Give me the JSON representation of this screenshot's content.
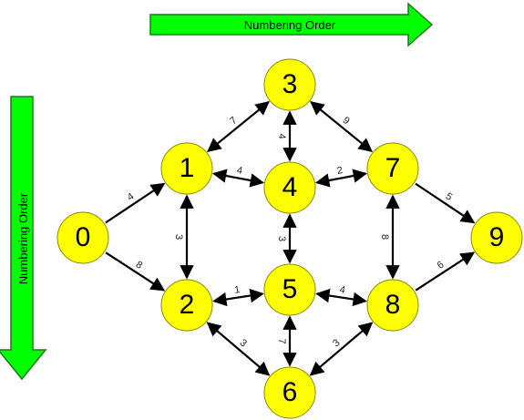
{
  "colors": {
    "arrow_fill": "#00ff00",
    "arrow_stroke": "#1a7a1a",
    "node_fill": "#ffff00",
    "node_stroke": "#8a8a00",
    "edge": "#000000"
  },
  "horizontal_arrow": {
    "label": "Numbering Order"
  },
  "vertical_arrow": {
    "label": "Numbering Order"
  },
  "nodes": [
    {
      "id": "0",
      "label": "0"
    },
    {
      "id": "1",
      "label": "1"
    },
    {
      "id": "2",
      "label": "2"
    },
    {
      "id": "3",
      "label": "3"
    },
    {
      "id": "4",
      "label": "4"
    },
    {
      "id": "5",
      "label": "5"
    },
    {
      "id": "6",
      "label": "6"
    },
    {
      "id": "7",
      "label": "7"
    },
    {
      "id": "8",
      "label": "8"
    },
    {
      "id": "9",
      "label": "9"
    }
  ],
  "edges": [
    {
      "from": "0",
      "to": "1",
      "weight": "4",
      "bidirectional": false
    },
    {
      "from": "0",
      "to": "2",
      "weight": "8",
      "bidirectional": false
    },
    {
      "from": "1",
      "to": "2",
      "weight": "3",
      "bidirectional": true
    },
    {
      "from": "1",
      "to": "3",
      "weight": "7",
      "bidirectional": true
    },
    {
      "from": "1",
      "to": "4",
      "weight": "4",
      "bidirectional": true
    },
    {
      "from": "2",
      "to": "5",
      "weight": "1",
      "bidirectional": true
    },
    {
      "from": "2",
      "to": "6",
      "weight": "3",
      "bidirectional": true
    },
    {
      "from": "3",
      "to": "4",
      "weight": "4",
      "bidirectional": true
    },
    {
      "from": "3",
      "to": "7",
      "weight": "9",
      "bidirectional": true
    },
    {
      "from": "4",
      "to": "7",
      "weight": "2",
      "bidirectional": true
    },
    {
      "from": "4",
      "to": "5",
      "weight": "3",
      "bidirectional": true
    },
    {
      "from": "5",
      "to": "8",
      "weight": "4",
      "bidirectional": true
    },
    {
      "from": "5",
      "to": "6",
      "weight": "7",
      "bidirectional": true
    },
    {
      "from": "6",
      "to": "8",
      "weight": "3",
      "bidirectional": true
    },
    {
      "from": "7",
      "to": "8",
      "weight": "8",
      "bidirectional": true
    },
    {
      "from": "7",
      "to": "9",
      "weight": "5",
      "bidirectional": false
    },
    {
      "from": "8",
      "to": "9",
      "weight": "6",
      "bidirectional": false
    }
  ]
}
